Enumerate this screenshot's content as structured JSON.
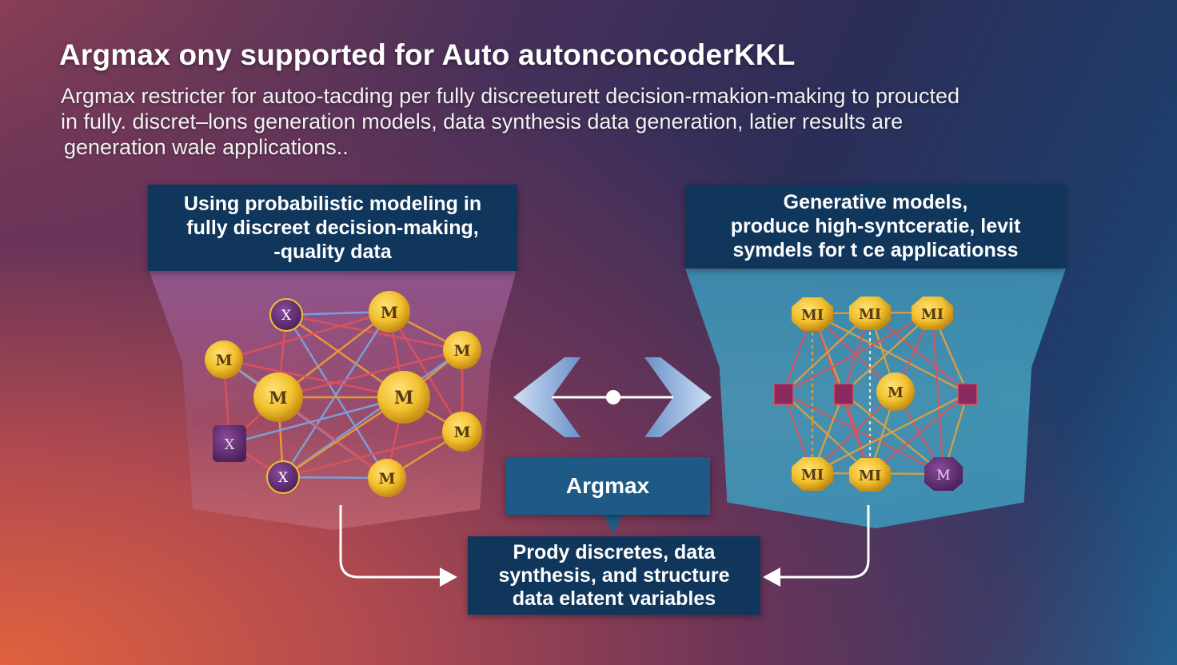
{
  "title": "Argmax ony supported for Auto autonconcoderKKL",
  "subtitle": {
    "line1": "Argmax restricter for autoo-tacding per fully discreeturett decision-rmakion-making to proucted",
    "line2": "in fully. discret–lons generation models, data synthesis data generation, latier results are",
    "line3": "generation wale applications.."
  },
  "left_box": {
    "line1": "Using probabilistic modeling in",
    "line2": "fully discreet decision-making,",
    "line3": "-quality data"
  },
  "right_box": {
    "line1": "Generative models,",
    "line2": "produce high-syntceratie, levit",
    "line3": "symdels for t ce applicationss"
  },
  "center_box": {
    "label": "Argmax"
  },
  "bottom_box": {
    "line1": "Prody discretes, data",
    "line2": "synthesis, and structure",
    "line3": "data elatent variables"
  },
  "left_network": {
    "gold_labels": [
      "M",
      "M",
      "M",
      "M",
      "M",
      "M",
      "M"
    ],
    "purple_labels": [
      "X",
      "X",
      "X"
    ]
  },
  "right_network": {
    "gold_labels": [
      "MI",
      "MI",
      "MI",
      "M",
      "MI",
      "MI"
    ],
    "purple_labels": [
      "M"
    ]
  },
  "colors": {
    "box_bg": "#10365c",
    "gold_node": "#f2c12e",
    "purple_node": "#5b2a6e",
    "edge_red": "#e0525a",
    "edge_blue": "#7aa6e6",
    "edge_orange": "#f0a030",
    "arrow": "#ffffff"
  }
}
